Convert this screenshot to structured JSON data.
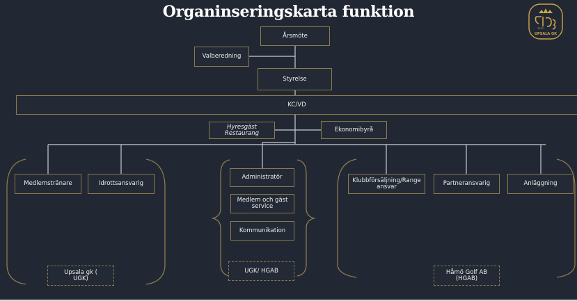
{
  "title": "Organinseringskarta funktion",
  "logo": {
    "icon": "upsala-gk-crest-icon",
    "text": "UPSALA GK",
    "year": "1937"
  },
  "colors": {
    "background": "#222833",
    "box_border": "#8a7a4e",
    "line": "#c8ccd4",
    "text": "#ececec",
    "logo": "#c9a64a"
  },
  "governance": {
    "arsmote": "Årsmöte",
    "valberedning": "Valberedning",
    "styrelse": "Styrelse",
    "kc_vd": "KC/VD",
    "hyresgast": "Hyresgäst Restaurang",
    "ekonomibyra": "Ekonomibyrå"
  },
  "groups": {
    "ugk": {
      "roles": [
        "Medlemstränare",
        "Idrottsansvarig"
      ],
      "label": "Upsala gk ( UGK)"
    },
    "shared": {
      "roles": [
        "Administratör",
        "Medlem och gäst service",
        "Kommunikation"
      ],
      "label": "UGK/ HGAB"
    },
    "hgab": {
      "roles": [
        "Klubbförsäljning/Range ansvar",
        "Partneransvarig",
        "Anläggning"
      ],
      "label": "Håmö Golf AB (HGAB)"
    }
  }
}
